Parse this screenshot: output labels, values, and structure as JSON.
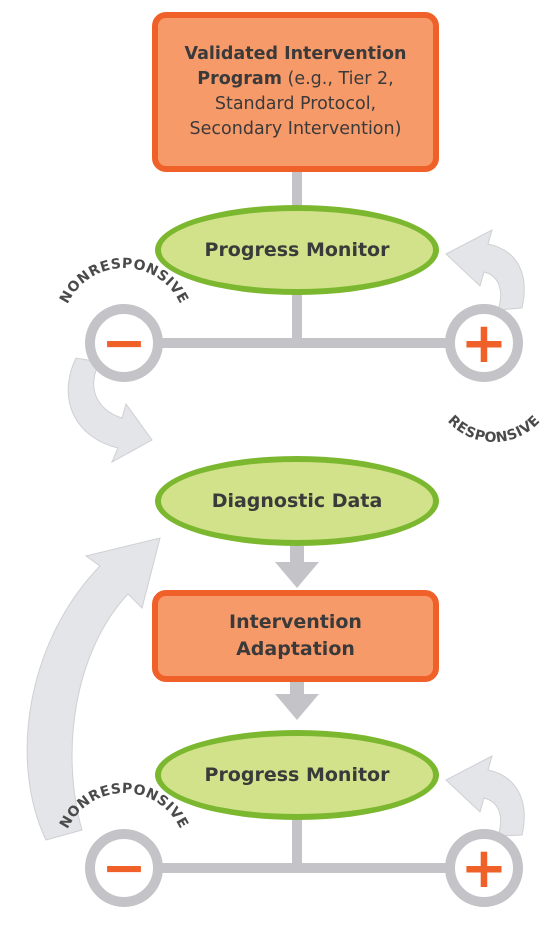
{
  "program_box": {
    "title_bold": "Validated Intervention Program",
    "title_rest": " (e.g., Tier 2, Standard Protocol, Secondary Intervention)"
  },
  "progress_monitor_1": {
    "label": "Progress Monitor"
  },
  "diagnostic_data": {
    "label": "Diagnostic Data"
  },
  "intervention_adaptation": {
    "line1": "Intervention",
    "line2": "Adaptation"
  },
  "progress_monitor_2": {
    "label": "Progress Monitor"
  },
  "outcomes": {
    "nonresponsive": "NONRESPONSIVE",
    "responsive": "RESPONSIVE",
    "minus": "−",
    "plus": "+"
  },
  "colors": {
    "box_fill": "#f79a6a",
    "box_border": "#f0612a",
    "oval_fill": "#d2e28a",
    "oval_border": "#7cb82f",
    "connector": "#c4c4c8",
    "arrow": "#e4e5e8"
  }
}
